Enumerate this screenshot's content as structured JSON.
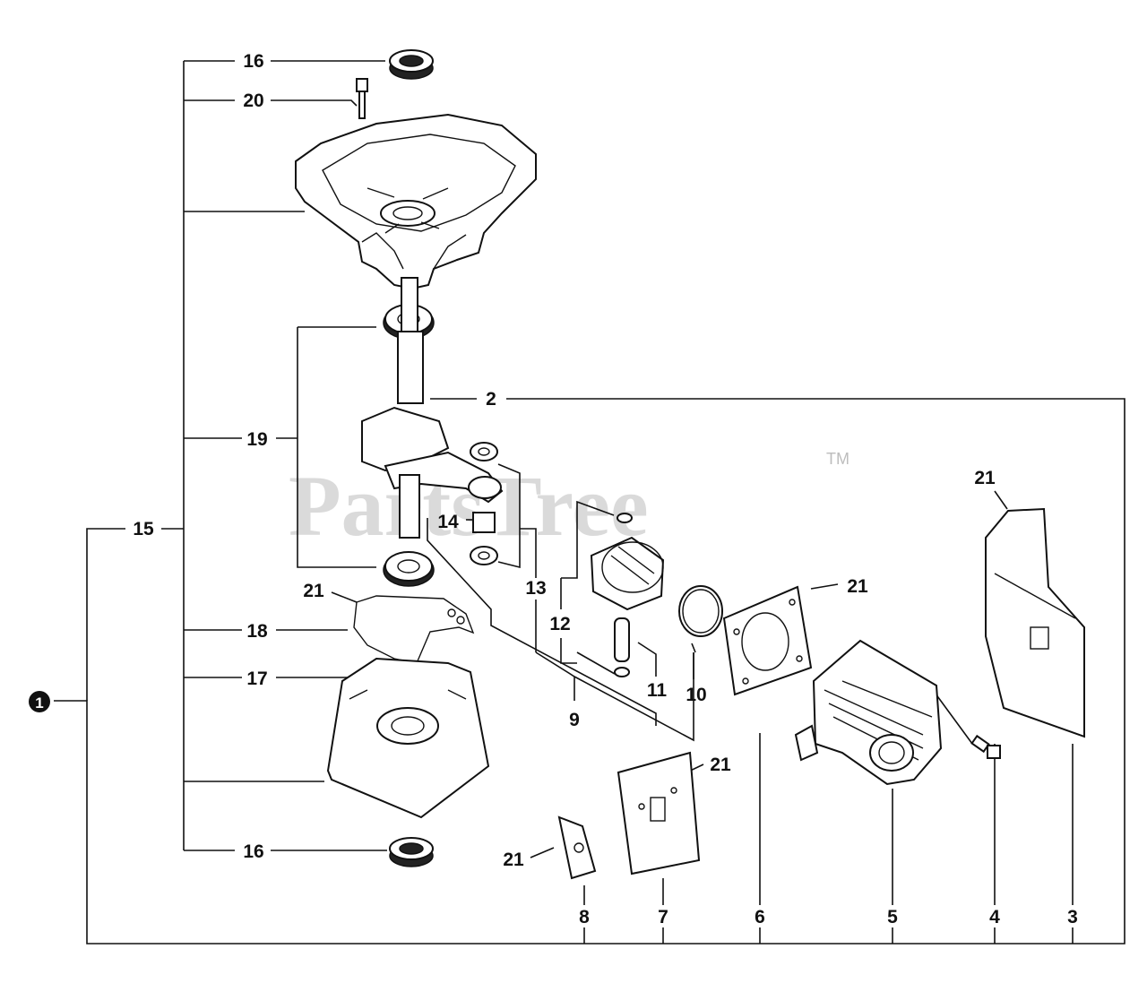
{
  "watermark": {
    "brand": "PartsTree",
    "trademark": "TM"
  },
  "callouts": {
    "assembly_marker": "1",
    "c2": "2",
    "c3": "3",
    "c4": "4",
    "c5": "5",
    "c6": "6",
    "c7": "7",
    "c8": "8",
    "c9": "9",
    "c10": "10",
    "c11": "11",
    "c12": "12",
    "c13": "13",
    "c14": "14",
    "c15": "15",
    "c16_top": "16",
    "c16_bottom": "16",
    "c17": "17",
    "c18": "18",
    "c19": "19",
    "c20": "20",
    "c21_left_gasket": "21",
    "c21_cyl_gasket": "21",
    "c21_heat_shield": "21",
    "c21_carb_gasket": "21",
    "c21_small_gasket": "21"
  }
}
